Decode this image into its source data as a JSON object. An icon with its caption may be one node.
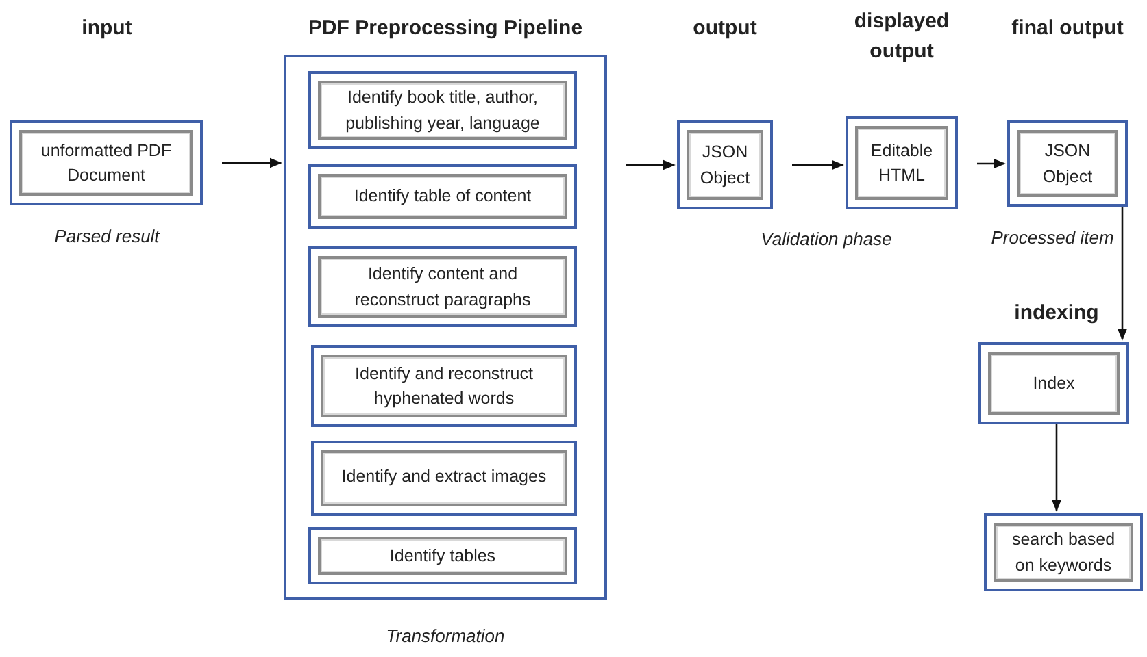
{
  "diagram": {
    "nodes": [
      {
        "text": [
          "input",
          "unformatted PDF Document"
        ],
        "beside": [
          "Parsed result"
        ]
      },
      {
        "text": [
          "PDF Preprocessing Pipeline"
        ],
        "beside": [
          "Transformation"
        ]
      },
      {
        "text": [
          "Identify book title, author, publishing year, language"
        ],
        "in": 1
      },
      {
        "text": [
          "Identify table of content"
        ],
        "in": 1
      },
      {
        "text": [
          "Identify content and reconstruct paragraphs"
        ],
        "in": 1
      },
      {
        "text": [
          "Identify and reconstruct hyphenated words"
        ],
        "in": 1
      },
      {
        "text": [
          "Identify and extract images"
        ],
        "in": 1
      },
      {
        "text": [
          "Identify tables"
        ],
        "in": 1
      },
      {
        "text": [
          "output",
          "JSON Object"
        ]
      },
      {
        "text": [
          "displayed output",
          "Editable HTML"
        ]
      },
      {
        "text": [
          "final output",
          "JSON Object"
        ],
        "beside": [
          "Processed item"
        ]
      },
      {
        "text": [
          "indexing",
          "Index"
        ]
      },
      {
        "text": [
          "search based on keywords"
        ]
      }
    ],
    "edges": [
      {
        "from": 0,
        "to": 1,
        "arrow": "to"
      },
      {
        "from": 1,
        "to": 8,
        "arrow": "to"
      },
      {
        "from": 8,
        "to": 9,
        "arrow": "to"
      },
      {
        "from": 9,
        "to": 10,
        "arrow": "to"
      },
      {
        "from": 10,
        "to": 11,
        "arrow": "to"
      },
      {
        "from": 11,
        "to": 12,
        "arrow": "to"
      }
    ],
    "labels": [
      "Validation phase"
    ]
  }
}
